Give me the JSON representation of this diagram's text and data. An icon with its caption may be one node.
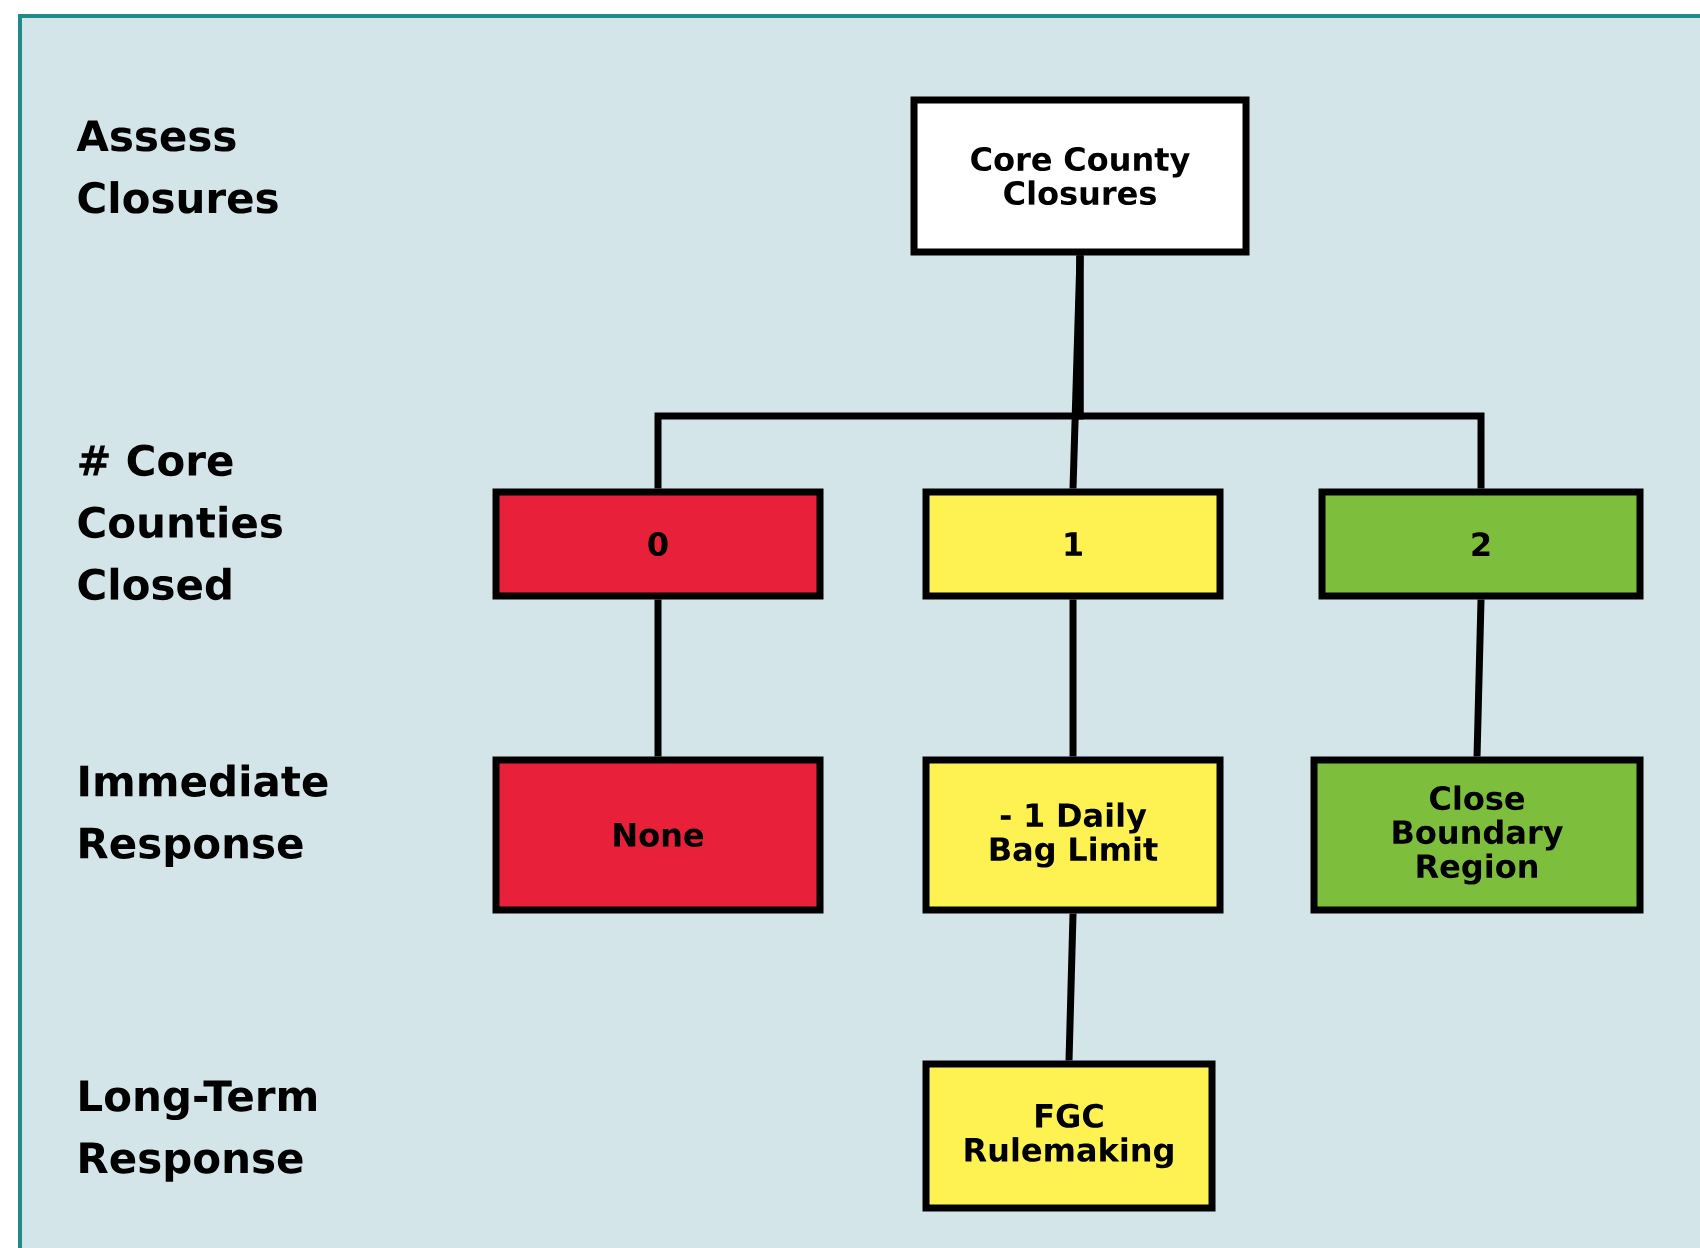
{
  "diagram": {
    "nodes": [
      {
        "text": [
          "Core County Closures"
        ]
      },
      {
        "text": [
          "0"
        ]
      },
      {
        "text": [
          "1"
        ]
      },
      {
        "text": [
          "2"
        ]
      },
      {
        "text": [
          "None"
        ]
      },
      {
        "text": [
          "- 1 Daily Bag Limit"
        ]
      },
      {
        "text": [
          "Close Boundary Region"
        ]
      },
      {
        "text": [
          "FGC Rulemaking"
        ]
      }
    ],
    "edges": [
      {
        "from": 0,
        "to": 1,
        "arrow": "none"
      },
      {
        "from": 0,
        "to": 2,
        "arrow": "none"
      },
      {
        "from": 0,
        "to": 3,
        "arrow": "none"
      },
      {
        "from": 1,
        "to": 4,
        "arrow": "none"
      },
      {
        "from": 2,
        "to": 5,
        "arrow": "none"
      },
      {
        "from": 3,
        "to": 6,
        "arrow": "none"
      },
      {
        "from": 5,
        "to": 7,
        "arrow": "none"
      }
    ],
    "labels": [
      "Assess Closures",
      "# Core Counties Closed",
      "Immediate Response",
      "Long-Term Response"
    ]
  }
}
